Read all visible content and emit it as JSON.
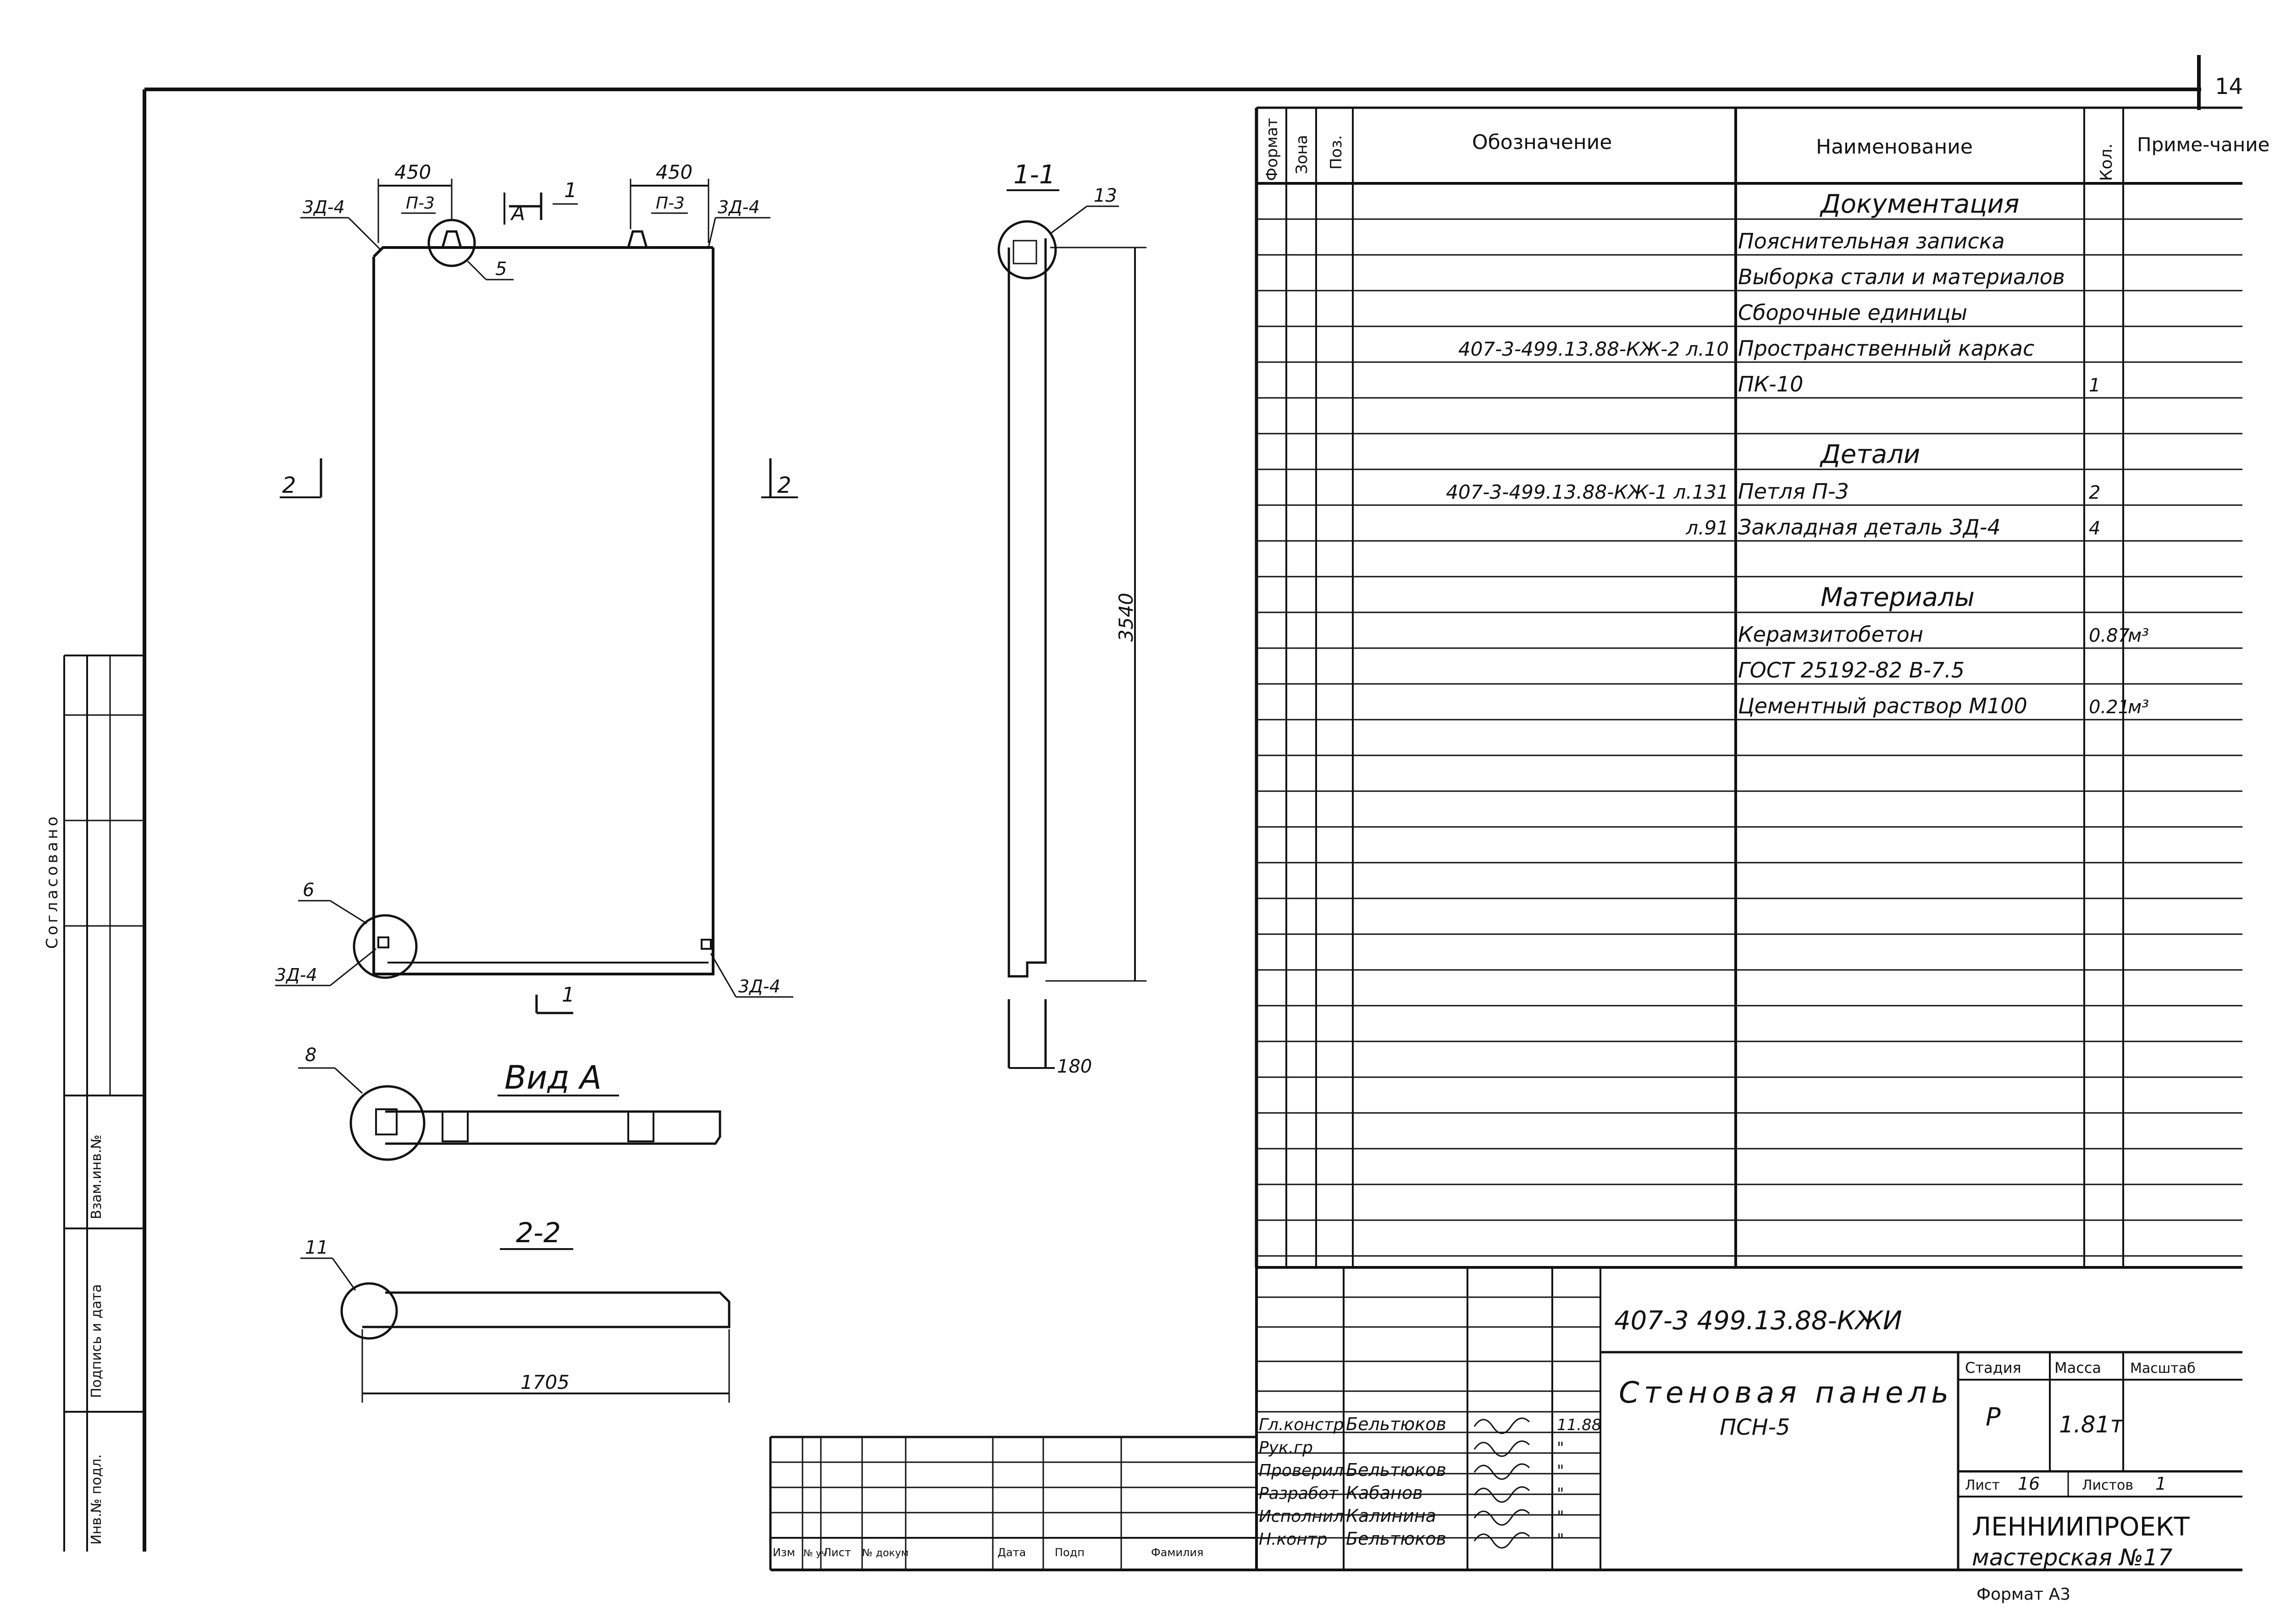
{
  "page_number": "14",
  "left_strip": {
    "agreed": "Согласовано",
    "inv_original": "Инв.№ подл.",
    "signature_date": "Подпись и дата",
    "replaced_inv": "Взам.инв.№"
  },
  "drawing": {
    "dim_450_left": "450",
    "dim_450_right": "450",
    "loop_left": "П-3",
    "loop_right": "П-3",
    "embed_top_left": "3Д-4",
    "embed_top_right": "3Д-4",
    "embed_bottom_left": "3Д-4",
    "embed_bottom_right": "3Д-4",
    "section_1_top": "1",
    "section_1_bottom": "1",
    "view_a_marker": "А",
    "section_2_left": "2",
    "section_2_right": "2",
    "callout_5": "5",
    "callout_6": "6",
    "callout_8": "8",
    "callout_11": "11",
    "callout_13": "13",
    "view_a_title": "Вид А",
    "section_11_title": "1-1",
    "section_22_title": "2-2",
    "dim_3540": "3540",
    "dim_180": "180",
    "dim_1705": "1705"
  },
  "spec": {
    "headers": {
      "format": "Формат",
      "zone": "Зона",
      "pos": "Поз.",
      "designation": "Обозначение",
      "name": "Наименование",
      "qty": "Кол.",
      "note": "Приме-чание"
    },
    "rows": [
      {
        "designation": "",
        "name": "Документация",
        "qty": "",
        "note": "",
        "heading": true
      },
      {
        "designation": "",
        "name": "Пояснительная записка",
        "qty": "",
        "note": ""
      },
      {
        "designation": "",
        "name": "Выборка стали и материалов",
        "qty": "",
        "note": ""
      },
      {
        "designation": "",
        "name": "Сборочные единицы",
        "qty": "",
        "note": ""
      },
      {
        "designation": "407-3-499.13.88-КЖ-2 л.10",
        "name": "Пространственный каркас",
        "qty": "",
        "note": ""
      },
      {
        "designation": "",
        "name": "ПК-10",
        "qty": "1",
        "note": ""
      },
      {
        "designation": "",
        "name": "",
        "qty": "",
        "note": ""
      },
      {
        "designation": "",
        "name": "Детали",
        "qty": "",
        "note": "",
        "heading": true
      },
      {
        "designation": "407-3-499.13.88-КЖ-1 л.131",
        "name": "Петля П-3",
        "qty": "2",
        "note": ""
      },
      {
        "designation": "л.91",
        "name": "Закладная деталь 3Д-4",
        "qty": "4",
        "note": ""
      },
      {
        "designation": "",
        "name": "",
        "qty": "",
        "note": ""
      },
      {
        "designation": "",
        "name": "Материалы",
        "qty": "",
        "note": "",
        "heading": true
      },
      {
        "designation": "",
        "name": "Керамзитобетон",
        "qty": "0.87",
        "note": "м³"
      },
      {
        "designation": "",
        "name": "ГОСТ 25192-82 В-7.5",
        "qty": "",
        "note": ""
      },
      {
        "designation": "",
        "name": "Цементный раствор М100",
        "qty": "0.21",
        "note": "м³"
      }
    ]
  },
  "title_block": {
    "code": "407-3 499.13.88-КЖИ",
    "title_line1": "Стеновая панель",
    "title_line2": "ПСН-5",
    "stage_label": "Стадия",
    "mass_label": "Масса",
    "scale_label": "Масштаб",
    "stage_value": "Р",
    "mass_value": "1.81т",
    "sheet_label": "Лист",
    "sheet_value": "16",
    "sheets_label": "Листов",
    "sheets_value": "1",
    "org_line1": "ЛЕННИИПРОЕКТ",
    "org_line2": "мастерская №17",
    "format_note": "Формат А3",
    "change_headers": [
      "Изм",
      "№ уч",
      "Лист",
      "№ докум",
      "Дата",
      "Подп",
      "Фамилия"
    ],
    "roles": [
      {
        "role": "Гл.констр",
        "name": "Бельтюков",
        "date": "11.88"
      },
      {
        "role": "Рук.гр",
        "name": "",
        "date": "\""
      },
      {
        "role": "Проверил",
        "name": "Бельтюков",
        "date": "\""
      },
      {
        "role": "Разработ",
        "name": "Кабанов",
        "date": "\""
      },
      {
        "role": "Исполнил",
        "name": "Калинина",
        "date": "\""
      },
      {
        "role": "Н.контр",
        "name": "Бельтюков",
        "date": "\""
      }
    ]
  }
}
